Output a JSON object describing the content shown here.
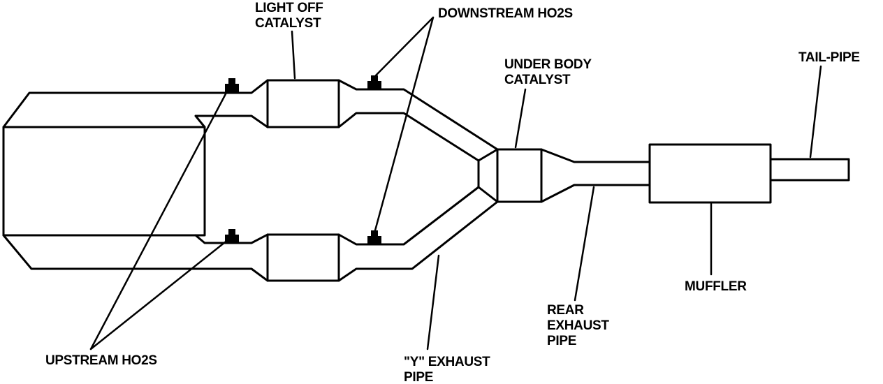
{
  "labels": {
    "light_off_catalyst": [
      "LIGHT OFF",
      "CATALYST"
    ],
    "downstream_ho2s": [
      "DOWNSTREAM HO2S"
    ],
    "under_body_catalyst": [
      "UNDER BODY",
      "CATALYST"
    ],
    "tail_pipe": [
      "TAIL-PIPE"
    ],
    "muffler": [
      "MUFFLER"
    ],
    "rear_exhaust_pipe": [
      "REAR",
      "EXHAUST",
      "PIPE"
    ],
    "y_exhaust_pipe": [
      "\"Y\" EXHAUST",
      "PIPE"
    ],
    "upstream_ho2s": [
      "UPSTREAM HO2S"
    ]
  }
}
